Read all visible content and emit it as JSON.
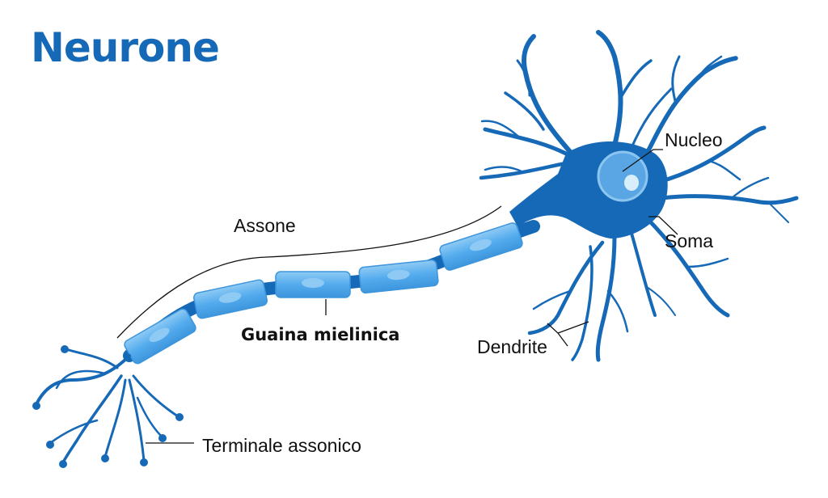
{
  "title": "Neurone",
  "labels": {
    "nucleus": "Nucleo",
    "soma": "Soma",
    "axon": "Assone",
    "myelin": "Guaina mielinica",
    "dendrite": "Dendrite",
    "terminal": "Terminale assonico"
  },
  "colors": {
    "title": "#1669b6",
    "neuron": "#1669b6",
    "myelin": "#54acee",
    "myelin_light": "#8fcaf4",
    "label_text": "#111111"
  }
}
